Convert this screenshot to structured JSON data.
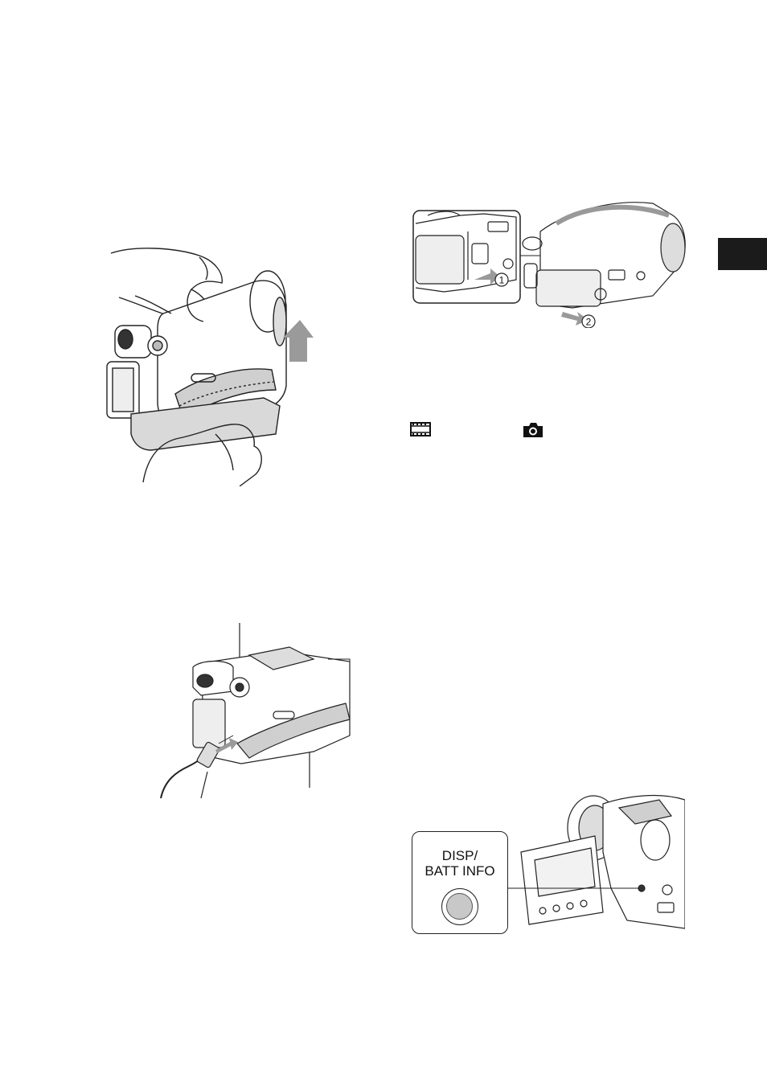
{
  "page": {
    "section_tab": "",
    "mode_icons": {
      "movie": "film-icon",
      "photo": "camera-icon"
    }
  },
  "figures": {
    "battery_removal": {
      "steps": [
        "1",
        "2"
      ]
    },
    "disp_button": {
      "label_line1": "DISP/",
      "label_line2": "BATT INFO"
    }
  }
}
